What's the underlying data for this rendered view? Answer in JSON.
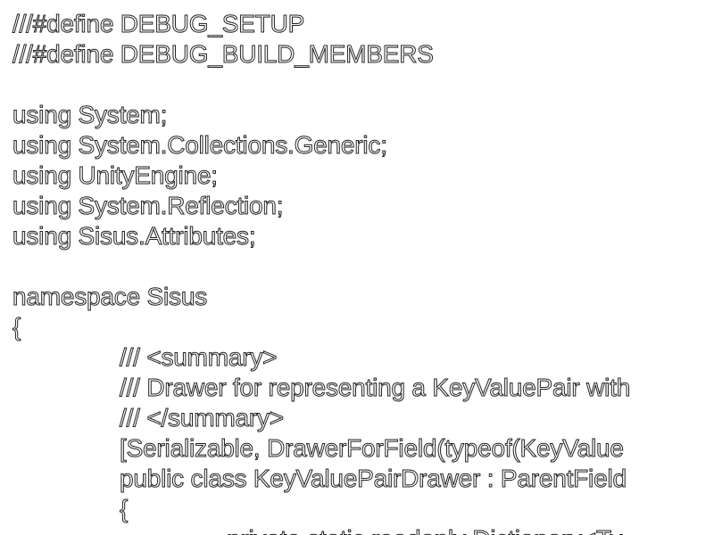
{
  "document": {
    "lines": [
      "///#define DEBUG_SETUP",
      "///#define DEBUG_BUILD_MEMBERS",
      "",
      "using System;",
      "using System.Collections.Generic;",
      "using UnityEngine;",
      "using System.Reflection;",
      "using Sisus.Attributes;",
      "",
      "namespace Sisus",
      "{",
      "/// <summary>",
      "/// Drawer for representing a KeyValuePair with",
      "/// </summary>",
      "[Serializable, DrawerForField(typeof(KeyValue",
      "public class KeyValuePairDrawer : ParentField",
      "{",
      "private static readonly Dictionary<Ty"
    ]
  }
}
